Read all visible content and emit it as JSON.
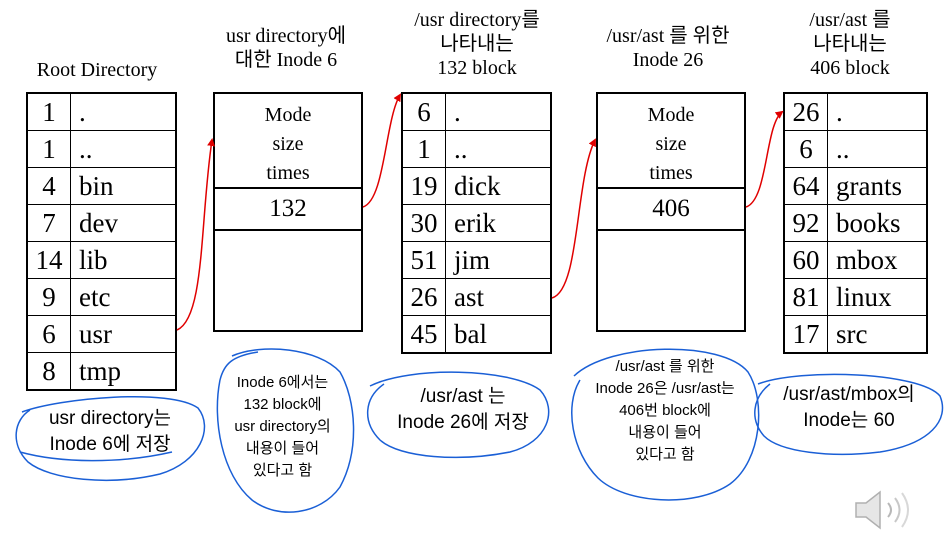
{
  "titles": {
    "root": "Root Directory",
    "usr_inode": "usr directory에\n대한 Inode 6",
    "usr_block": "/usr directory를\n나타내는\n132 block",
    "ast_inode": "/usr/ast 를 위한\nInode 26",
    "ast_block": "/usr/ast 를\n나타내는\n406 block"
  },
  "root_directory": [
    {
      "inode": "1",
      "name": "."
    },
    {
      "inode": "1",
      "name": ".."
    },
    {
      "inode": "4",
      "name": "bin"
    },
    {
      "inode": "7",
      "name": "dev"
    },
    {
      "inode": "14",
      "name": "lib"
    },
    {
      "inode": "9",
      "name": "etc"
    },
    {
      "inode": "6",
      "name": "usr"
    },
    {
      "inode": "8",
      "name": "tmp"
    }
  ],
  "usr_block": [
    {
      "inode": "6",
      "name": "."
    },
    {
      "inode": "1",
      "name": ".."
    },
    {
      "inode": "19",
      "name": "dick"
    },
    {
      "inode": "30",
      "name": "erik"
    },
    {
      "inode": "51",
      "name": "jim"
    },
    {
      "inode": "26",
      "name": "ast"
    },
    {
      "inode": "45",
      "name": "bal"
    }
  ],
  "ast_block": [
    {
      "inode": "26",
      "name": "."
    },
    {
      "inode": "6",
      "name": ".."
    },
    {
      "inode": "64",
      "name": "grants"
    },
    {
      "inode": "92",
      "name": "books"
    },
    {
      "inode": "60",
      "name": "mbox"
    },
    {
      "inode": "81",
      "name": "linux"
    },
    {
      "inode": "17",
      "name": "src"
    }
  ],
  "inode_usr": {
    "meta": "Mode\nsize\ntimes",
    "pointer": "132"
  },
  "inode_ast": {
    "meta": "Mode\nsize\ntimes",
    "pointer": "406"
  },
  "notes": {
    "n1": "usr directory는\nInode 6에 저장",
    "n2": "Inode 6에서는\n132 block에\nusr directory의\n내용이 들어\n있다고 함",
    "n3": "/usr/ast 는\nInode 26에 저장",
    "n4": "/usr/ast 를 위한\nInode 26은 /usr/ast는\n406번 block에\n내용이 들어\n있다고 함",
    "n5": "/usr/ast/mbox의\nInode는 60"
  },
  "colors": {
    "arrow": "#e00000",
    "annotation": "#1a5fd6"
  },
  "icons": {
    "speaker": "speaker-icon"
  }
}
